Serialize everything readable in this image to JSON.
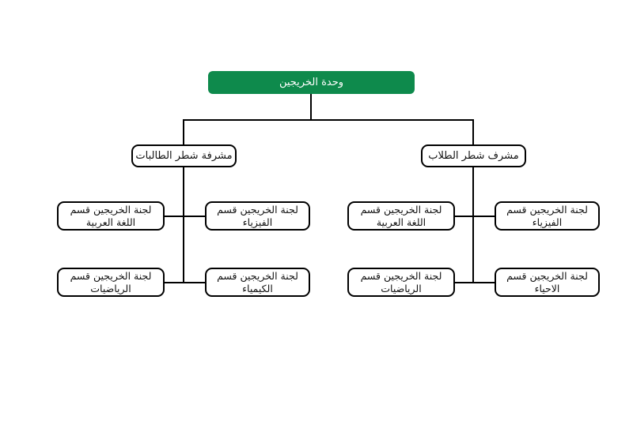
{
  "diagram": {
    "type": "organizational-chart",
    "title_text": "وحدة الخريجين",
    "direction": "rtl",
    "colors": {
      "root_fill": "#0e8a4c",
      "root_text": "#ffffff",
      "node_fill": "#ffffff",
      "node_border": "#000000",
      "node_text": "#111111",
      "canvas_background": "#ffffff",
      "connector": "#000000"
    },
    "root": {
      "label": "وحدة الخريجين"
    },
    "supervisors": [
      {
        "id": "female-section",
        "label": "مشرفة شطر الطالبات"
      },
      {
        "id": "male-section",
        "label": "مشرف شطر الطلاب"
      }
    ],
    "committees": {
      "female_section": [
        {
          "id": "female-arabic",
          "label": "لجنة الخريجين قسم\nاللغة العربية"
        },
        {
          "id": "female-physics",
          "label": "لجنة الخريجين قسم\nالفيزياء"
        },
        {
          "id": "female-math",
          "label": "لجنة الخريجين قسم\nالرياضيات"
        },
        {
          "id": "female-chemistry",
          "label": "لجنة الخريجين قسم\nالكيمياء"
        }
      ],
      "male_section": [
        {
          "id": "male-arabic",
          "label": "لجنة الخريجين  قسم\nاللغة العربية"
        },
        {
          "id": "male-physics",
          "label": "لجنة الخريجين  قسم\nالفيزياء"
        },
        {
          "id": "male-math",
          "label": "لجنة الخريجين قسم\nالرياضيات"
        },
        {
          "id": "male-biology",
          "label": "لجنة الخريجين قسم\nالاحياء"
        }
      ]
    }
  }
}
